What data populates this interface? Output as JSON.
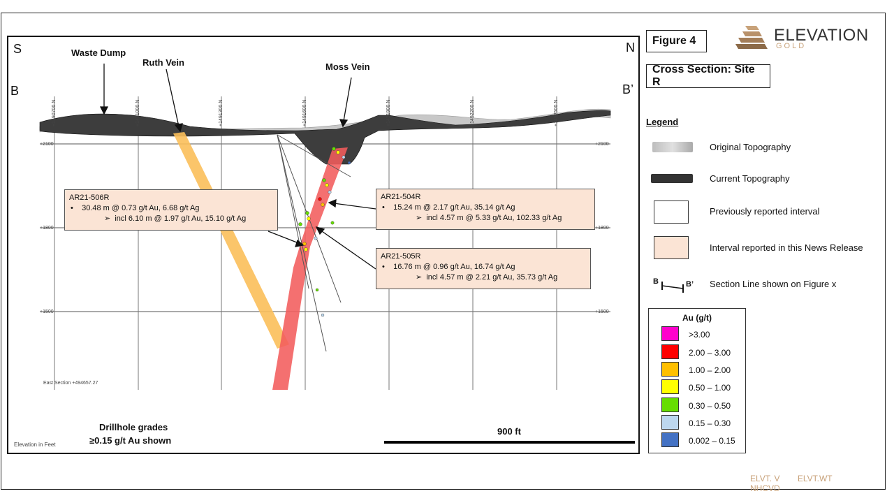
{
  "compass": {
    "south": "S",
    "north": "N",
    "b_left": "B",
    "b_right": "B’"
  },
  "labels": {
    "waste_dump": "Waste Dump",
    "ruth_vein": "Ruth Vein",
    "moss_vein": "Moss Vein",
    "drillhole_grades_1": "Drillhole grades",
    "drillhole_grades_2": "≥0.15 g/t Au shown",
    "elevation_note": "Elevation in Feet",
    "east_section": "East Section +494657.27",
    "scale_bar": "900 ft"
  },
  "elevations": {
    "e2100": "+2100",
    "e1800": "+1800",
    "e1500": "+1500"
  },
  "gridlines": [
    "+1490700 N",
    "+1491000 N",
    "+1491300 N",
    "+1491600 N",
    "+1491900 N",
    "+1492200 N",
    "+1492500 N"
  ],
  "callouts": {
    "ar506": {
      "hole": "AR21-506R",
      "main": "30.48 m @ 0.73 g/t Au, 6.68 g/t Ag",
      "incl": "incl 6.10 m @ 1.97 g/t Au, 15.10 g/t Ag"
    },
    "ar504": {
      "hole": "AR21-504R",
      "main": "15.24 m @ 2.17 g/t Au, 35.14 g/t Ag",
      "incl": "incl 4.57 m @ 5.33 g/t Au, 102.33 g/t Ag"
    },
    "ar505": {
      "hole": "AR21-505R",
      "main": "16.76 m @ 0.96 g/t Au, 16.74 g/t Ag",
      "incl": "incl 4.57 m @ 2.21 g/t Au, 35.73 g/t Ag"
    }
  },
  "bullets": {
    "dot": "•",
    "arrow": "➢"
  },
  "figure": {
    "number": "Figure 4",
    "title": "Cross Section: Site R"
  },
  "logo": {
    "name": "ELEVATION",
    "sub": "GOLD"
  },
  "legend": {
    "title": "Legend",
    "items": {
      "original_topo": "Original Topography",
      "current_topo": "Current Topography",
      "previous_interval": "Previously reported interval",
      "new_interval": "Interval reported in this News Release",
      "section_line": "Section Line shown on Figure x"
    },
    "section_marks": {
      "left": "B",
      "right": "B’"
    }
  },
  "au_scale": {
    "title": "Au (g/t)",
    "items": [
      {
        "label": ">3.00",
        "color": "#ff00cc"
      },
      {
        "label": "2.00 – 3.00",
        "color": "#ff0000"
      },
      {
        "label": "1.00 – 2.00",
        "color": "#ffc000"
      },
      {
        "label": "0.50 – 1.00",
        "color": "#ffff00"
      },
      {
        "label": "0.30 – 0.50",
        "color": "#66dd00"
      },
      {
        "label": "0.15 – 0.30",
        "color": "#bdd7ee"
      },
      {
        "label": "0.002 – 0.15",
        "color": "#4472c4"
      }
    ]
  },
  "colors": {
    "ruth_vein": "#fbbf5a",
    "moss_vein": "#f25c5c",
    "callout_fill": "#fbe4d5",
    "ticker": "#c8a27a"
  },
  "tickers": [
    "ELVT. V",
    "ELVT.WT",
    "NHCVD"
  ]
}
